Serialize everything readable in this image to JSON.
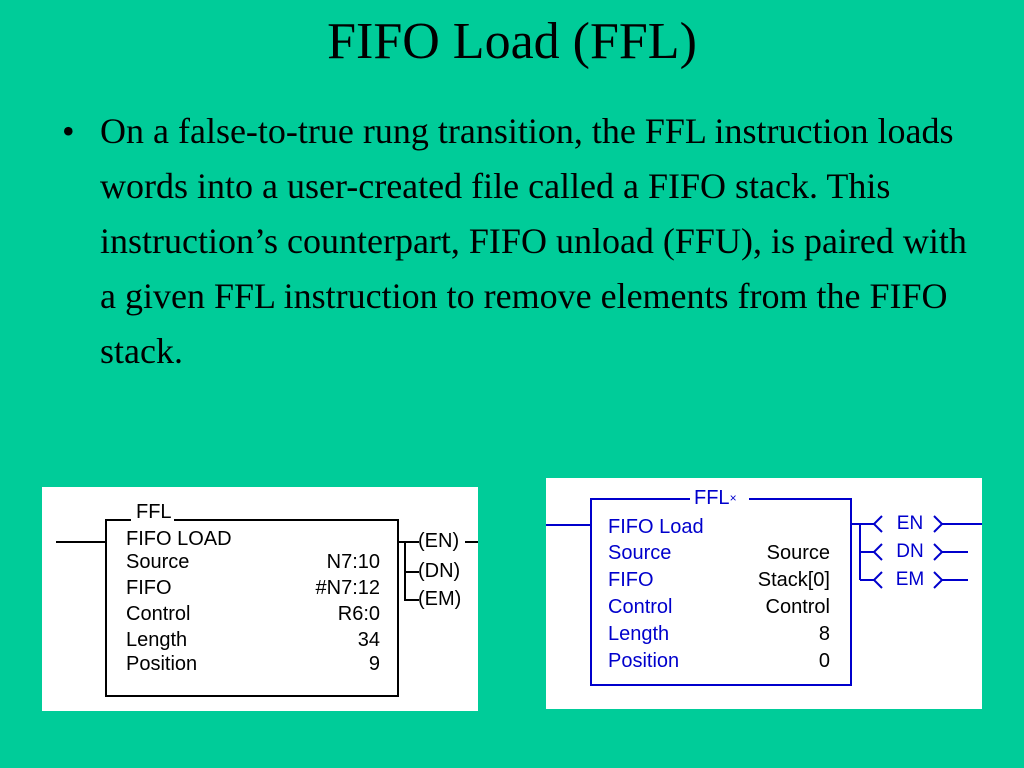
{
  "slide": {
    "title": "FIFO Load (FFL)",
    "bullet": "•",
    "body": "On a false-to-true rung transition, the FFL instruction loads words into a user-created file called a FIFO stack. This instruction’s counterpart, FIFO unload (FFU), is paired with a given FFL instruction to remove elements from the FIFO stack."
  },
  "left_block": {
    "name": "FFL",
    "header": "FIFO LOAD",
    "rows": [
      {
        "label": "Source",
        "value": "N7:10"
      },
      {
        "label": "FIFO",
        "value": "#N7:12"
      },
      {
        "label": "Control",
        "value": "R6:0"
      },
      {
        "label": "Length",
        "value": "34"
      },
      {
        "label": "Position",
        "value": "9"
      }
    ],
    "outputs": [
      "(EN)",
      "(DN)",
      "(EM)"
    ]
  },
  "right_block": {
    "name": "FFL",
    "marker": "×",
    "header": "FIFO Load",
    "rows": [
      {
        "label": "Source",
        "value": "Source"
      },
      {
        "label": "FIFO",
        "value": "Stack[0]"
      },
      {
        "label": "Control",
        "value": "Control"
      },
      {
        "label": "Length",
        "value": "8"
      },
      {
        "label": "Position",
        "value": "0"
      }
    ],
    "outputs": [
      "EN",
      "DN",
      "EM"
    ],
    "colors": {
      "wire": "#0000cc",
      "value_text": "#000000"
    }
  },
  "colors": {
    "background": "#00cc99",
    "panel": "#ffffff"
  }
}
